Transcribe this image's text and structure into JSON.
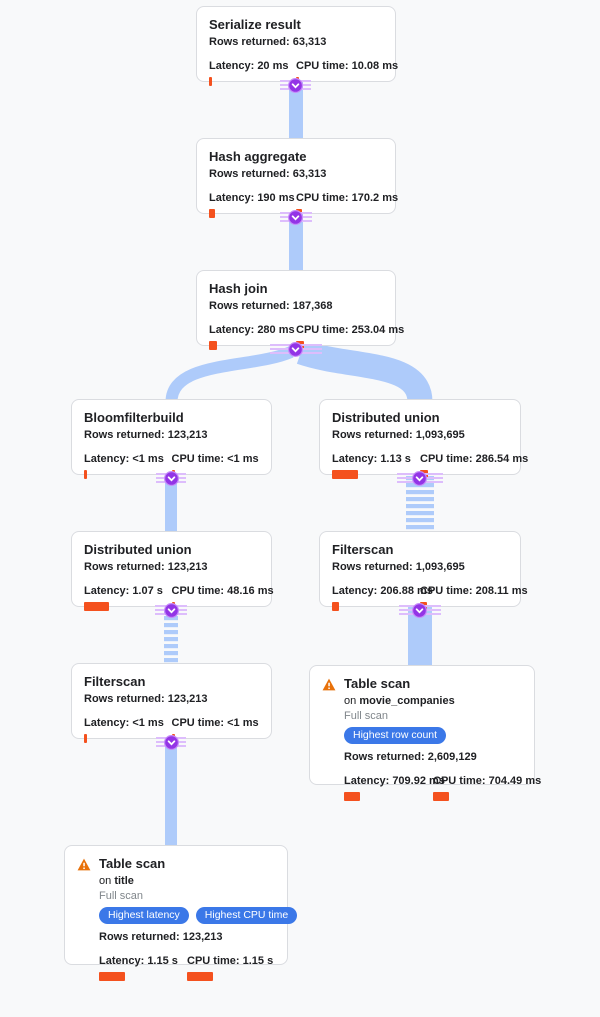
{
  "diagram": {
    "type": "query-execution-plan-tree",
    "colors": {
      "background": "#f8f9fa",
      "edge": "#aecbfa",
      "metric_bar": "#f4511e",
      "badge": "#3b78e8",
      "connector": "#9334e6",
      "warning": "#e8710a"
    },
    "labels": {
      "rows": "Rows returned:",
      "latency": "Latency:",
      "cpu": "CPU time:",
      "on": "on"
    },
    "nodes": [
      {
        "title": "Serialize result",
        "rows": "63,313",
        "latency": "20 ms",
        "latency_bar": 3,
        "cpu": "10.08 ms",
        "cpu_bar": 3
      },
      {
        "title": "Hash aggregate",
        "rows": "63,313",
        "latency": "190 ms",
        "latency_bar": 6,
        "cpu": "170.2 ms",
        "cpu_bar": 6
      },
      {
        "title": "Hash join",
        "rows": "187,368",
        "latency": "280 ms",
        "latency_bar": 8,
        "cpu": "253.04 ms",
        "cpu_bar": 8
      },
      {
        "title": "Bloomfilterbuild",
        "rows": "123,213",
        "latency": "<1 ms",
        "latency_bar": 3,
        "cpu": "<1 ms",
        "cpu_bar": 3
      },
      {
        "title": "Distributed union",
        "rows": "1,093,695",
        "latency": "1.13 s",
        "latency_bar": 26,
        "cpu": "286.54 ms",
        "cpu_bar": 8
      },
      {
        "title": "Distributed union",
        "rows": "123,213",
        "latency": "1.07 s",
        "latency_bar": 25,
        "cpu": "48.16 ms",
        "cpu_bar": 3
      },
      {
        "title": "Filterscan",
        "rows": "1,093,695",
        "latency": "206.88 ms",
        "latency_bar": 7,
        "cpu": "208.11 ms",
        "cpu_bar": 7
      },
      {
        "title": "Filterscan",
        "rows": "123,213",
        "latency": "<1 ms",
        "latency_bar": 3,
        "cpu": "<1 ms",
        "cpu_bar": 3
      },
      {
        "title": "Table scan",
        "table": "movie_companies",
        "scan_type": "Full scan",
        "badges": [
          "Highest row count"
        ],
        "rows": "2,609,129",
        "latency": "709.92 ms",
        "latency_bar": 16,
        "cpu": "704.49 ms",
        "cpu_bar": 16,
        "warning": true
      },
      {
        "title": "Table scan",
        "table": "title",
        "scan_type": "Full scan",
        "badges": [
          "Highest latency",
          "Highest CPU time"
        ],
        "rows": "123,213",
        "latency": "1.15 s",
        "latency_bar": 26,
        "cpu": "1.15 s",
        "cpu_bar": 26,
        "warning": true
      }
    ]
  }
}
